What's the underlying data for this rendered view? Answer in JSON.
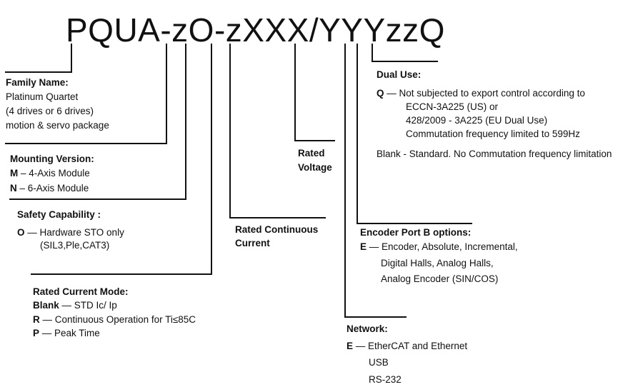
{
  "part_number": "PQUA-zO-zXXX/YYYzzQ",
  "family": {
    "title": "Family Name:",
    "lines": [
      "Platinum Quartet",
      "(4 drives or 6 drives)",
      "motion & servo package"
    ]
  },
  "mounting": {
    "title": "Mounting Version:",
    "options": [
      {
        "code": "M",
        "text": " – 4-Axis Module"
      },
      {
        "code": "N",
        "text": " – 6-Axis Module"
      }
    ]
  },
  "safety": {
    "title": "Safety Capability :",
    "code": "O",
    "text": " — Hardware STO only",
    "text2": "(SIL3,Ple,CAT3)"
  },
  "current_mode": {
    "title": "Rated Current Mode:",
    "options": [
      {
        "code": "Blank",
        "text": " —  STD Ic/ Ip"
      },
      {
        "code": "R",
        "text": " —  Continuous Operation  for Ti≤85C"
      },
      {
        "code": "P",
        "text": " —  Peak Time"
      }
    ]
  },
  "rated_current": {
    "line1": "Rated Continuous",
    "line2": "Current"
  },
  "rated_voltage": {
    "line1": "Rated",
    "line2": "Voltage"
  },
  "dual_use": {
    "title": "Dual Use:",
    "q_code": "Q",
    "q_text": "  —   Not subjected to export control according to",
    "q_lines": [
      "ECCN-3A225 (US) or",
      "428/2009 - 3A225 (EU Dual Use)",
      "Commutation frequency limited to 599Hz"
    ],
    "blank": "Blank -  Standard. No Commutation frequency limitation"
  },
  "encoder_b": {
    "title": "Encoder Port B options:",
    "code": "E",
    "text": " — Encoder, Absolute, Incremental,",
    "lines": [
      "Digital Halls, Analog Halls,",
      "Analog Encoder (SIN/COS)"
    ]
  },
  "network": {
    "title": "Network:",
    "code": "E",
    "text": " — EtherCAT and Ethernet",
    "lines": [
      "USB",
      "RS-232"
    ]
  }
}
